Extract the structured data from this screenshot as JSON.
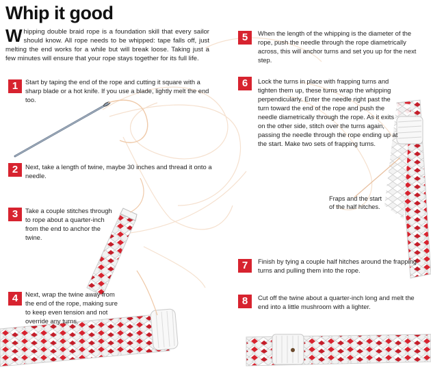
{
  "title": "Whip it good",
  "intro": {
    "dropcap": "W",
    "text": "hipping double braid rope is a foundation skill that every sailor should know. All rope needs to be whipped: tape falls off, just melting the end works for a while but will break loose. Taking just a few minutes will ensure that your rope stays together for its full life."
  },
  "steps": [
    {
      "number": "1",
      "text": "Start by taping the end of the rope and cutting it square with a sharp blade or a hot knife. If you use a blade, lightly melt the end too."
    },
    {
      "number": "2",
      "text": "Next, take a length of twine, maybe 30 inches and thread it onto a needle."
    },
    {
      "number": "3",
      "text": "Take a couple stitches through to rope about a quarter-inch from the end to anchor the twine."
    },
    {
      "number": "4",
      "text": "Next, wrap the twine away from the end of the rope, making sure to keep even tension and not override any turns."
    },
    {
      "number": "5",
      "text": "When the length of the whipping is the diameter of the rope, push the needle through the rope diametrically across, this will anchor turns and set you up for the next step."
    },
    {
      "number": "6",
      "text": "Lock the turns in place with frapping turns and tighten them up, these turns wrap the whipping perpendicularly. Enter the needle right past the turn toward the end of the rope and push the needle diametrically through the rope. As it exits on the other side, stitch over the turns again, passing the needle through the rope ending up at the start. Make two sets of frapping turns."
    },
    {
      "number": "7",
      "text": "Finish by tying a couple half hitches around the frapping turns and pulling them into the rope."
    },
    {
      "number": "8",
      "text": "Cut off the twine about a quarter-inch long and melt the end into a little mushroom with a lighter."
    }
  ],
  "caption": "Fraps and the start of the half hitches.",
  "colors": {
    "accent": "#d7232f",
    "rope": "#f4f4f4",
    "twine": "#efc9a8"
  }
}
